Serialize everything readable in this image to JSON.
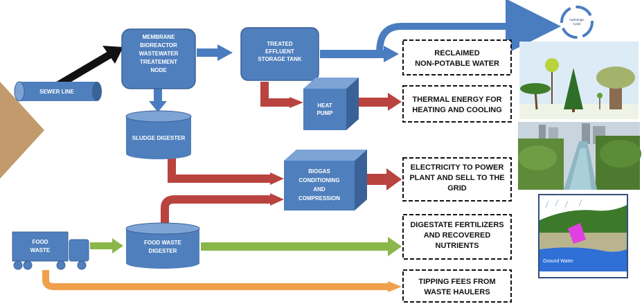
{
  "colors": {
    "box_blue": "#4f7fbd",
    "box_blue_dark": "#3a6297",
    "box_blue_top": "#7ea4d6",
    "arrow_blue": "#4a7dbf",
    "arrow_red": "#b8433f",
    "arrow_green": "#8ab64a",
    "arrow_orange": "#f0a04b",
    "arrow_black": "#111111",
    "tan_chevron": "#c29a6c"
  },
  "nodes": {
    "sewer_line": [
      "SEWER LINE"
    ],
    "membrane_bioreactor": [
      "MEMBRANE",
      "BIOREACTOR",
      "WASTEWATER",
      "TREATEMENT",
      "NODE"
    ],
    "treated_effluent": [
      "TREATED",
      "EFFLUENT",
      "STORAGE TANK"
    ],
    "heat_pump": [
      "HEAT",
      "PUMP"
    ],
    "sludge_digester": [
      "SLUDGE DIGESTER"
    ],
    "biogas": [
      "BIOGAS",
      "CONDITIONING",
      "AND",
      "COMPRESSION"
    ],
    "food_waste_truck": [
      "FOOD",
      "WASTE"
    ],
    "food_waste_digester": [
      "FOOD WASTE",
      "DIGESTER"
    ]
  },
  "outputs": {
    "reclaimed_water": [
      "RECLAIMED",
      "NON-POTABLE WATER"
    ],
    "thermal_energy": [
      "THERMAL ENERGY FOR",
      "HEATING AND COOLING"
    ],
    "electricity": [
      "ELECTRICITY TO POWER",
      "PLANT AND SELL TO THE",
      "GRID"
    ],
    "digestate": [
      "DIGESTATE FERTILIZERS",
      "AND RECOVERED",
      "NUTRIENTS"
    ],
    "tipping_fees": [
      "TIPPING FEES FROM",
      "WASTE HAULERS"
    ]
  },
  "images": {
    "hydrologic_cycle": [
      "Hydrologic",
      "Cycle"
    ],
    "ground_water": "Ground Water"
  }
}
